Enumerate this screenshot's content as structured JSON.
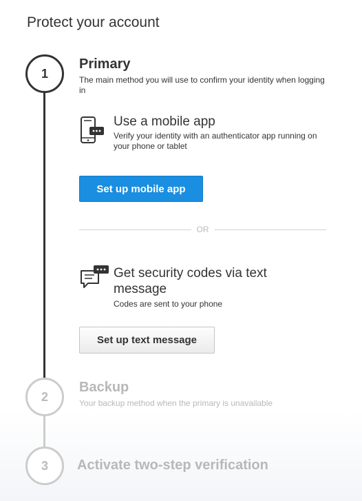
{
  "page": {
    "title": "Protect your account"
  },
  "steps": [
    {
      "number": "1",
      "title": "Primary",
      "description": "The main method you will use to confirm your identity when logging in",
      "state": "active"
    },
    {
      "number": "2",
      "title": "Backup",
      "description": "Your backup method when the primary is unavailable",
      "state": "inactive"
    },
    {
      "number": "3",
      "title": "Activate two-step verification",
      "state": "inactive"
    }
  ],
  "methods": {
    "mobile_app": {
      "icon": "mobile-phone-icon",
      "title": "Use a mobile app",
      "description": "Verify your identity with an authenticator app running on your phone or tablet",
      "button_label": "Set up mobile app"
    },
    "divider_label": "OR",
    "text_message": {
      "icon": "chat-bubble-icon",
      "title": "Get security codes via text message",
      "description": "Codes are sent to your phone",
      "button_label": "Set up text message"
    }
  },
  "colors": {
    "accent": "#1a8ee1",
    "active_step": "#333333",
    "inactive_step": "#cccccc"
  }
}
